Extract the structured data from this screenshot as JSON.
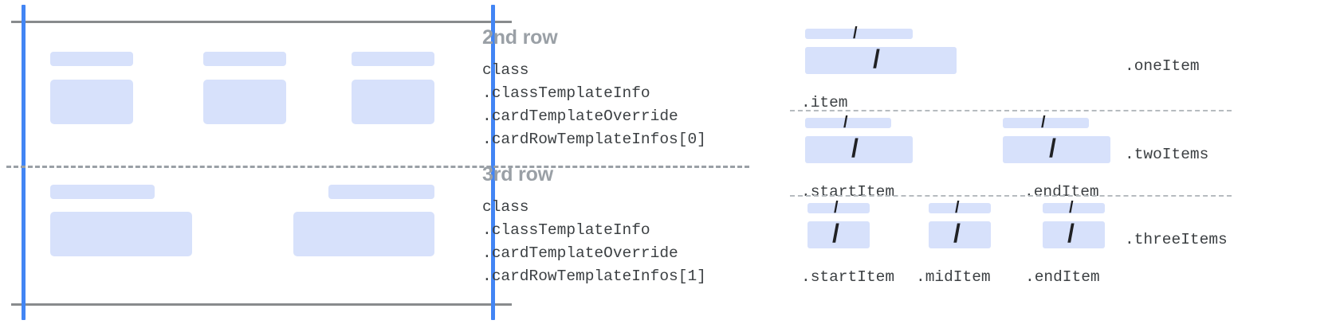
{
  "left_diagram": {
    "rows": [
      {
        "name": "second-row",
        "columns": [
          {
            "label_bar": true,
            "content_box": true
          },
          {
            "label_bar": true,
            "content_box": true
          },
          {
            "label_bar": true,
            "content_box": true
          }
        ]
      },
      {
        "name": "third-row",
        "columns": [
          {
            "label_bar": true,
            "content_box": true
          },
          {
            "label_bar": true,
            "content_box": true
          }
        ]
      }
    ],
    "guide_color": "#4285f4",
    "rule_color": "#888b8d",
    "placeholder_color": "#d7e1fb"
  },
  "descriptions": [
    {
      "heading": "2nd row",
      "code": "class\n.classTemplateInfo\n.cardTemplateOverride\n.cardRowTemplateInfos[0]"
    },
    {
      "heading": "3rd row",
      "code": "class\n.classTemplateInfo\n.cardTemplateOverride\n.cardRowTemplateInfos[1]"
    }
  ],
  "right_panel": {
    "sections": [
      {
        "group_label": ".oneItem",
        "slots": [
          {
            "label": ".item",
            "slash": "/"
          }
        ]
      },
      {
        "group_label": ".twoItems",
        "slots": [
          {
            "label": ".startItem",
            "slash": "/"
          },
          {
            "label": ".endItem",
            "slash": "/"
          }
        ]
      },
      {
        "group_label": ".threeItems",
        "slots": [
          {
            "label": ".startItem",
            "slash": "/"
          },
          {
            "label": ".midItem",
            "slash": "/"
          },
          {
            "label": ".endItem",
            "slash": "/"
          }
        ]
      }
    ]
  },
  "colors": {
    "accent_blue": "#4285f4",
    "placeholder_blue": "#d7e1fb",
    "heading_gray": "#9aa0a6",
    "code_gray": "#3c4043",
    "rule_gray": "#888b8d"
  }
}
